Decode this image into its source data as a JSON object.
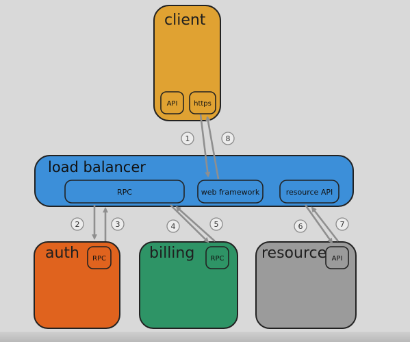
{
  "nodes": {
    "client": {
      "title": "client",
      "ports": {
        "api": "API",
        "https": "https"
      }
    },
    "load_balancer": {
      "title": "load balancer",
      "modules": {
        "rpc": "RPC",
        "web_framework": "web framework",
        "resource_api": "resource API"
      }
    },
    "auth": {
      "title": "auth",
      "port": "RPC"
    },
    "billing": {
      "title": "billing",
      "port": "RPC"
    },
    "resource": {
      "title": "resource",
      "port": "API"
    }
  },
  "steps": [
    "1",
    "2",
    "3",
    "4",
    "5",
    "6",
    "7",
    "8"
  ],
  "colors": {
    "background": "#d9d9d9",
    "client": "#e0a232",
    "load_balancer": "#3c8fd9",
    "auth": "#e0631e",
    "billing": "#2e9466",
    "resource": "#9b9b9b",
    "arrow": "#8f8f8f",
    "outline": "#222222"
  }
}
